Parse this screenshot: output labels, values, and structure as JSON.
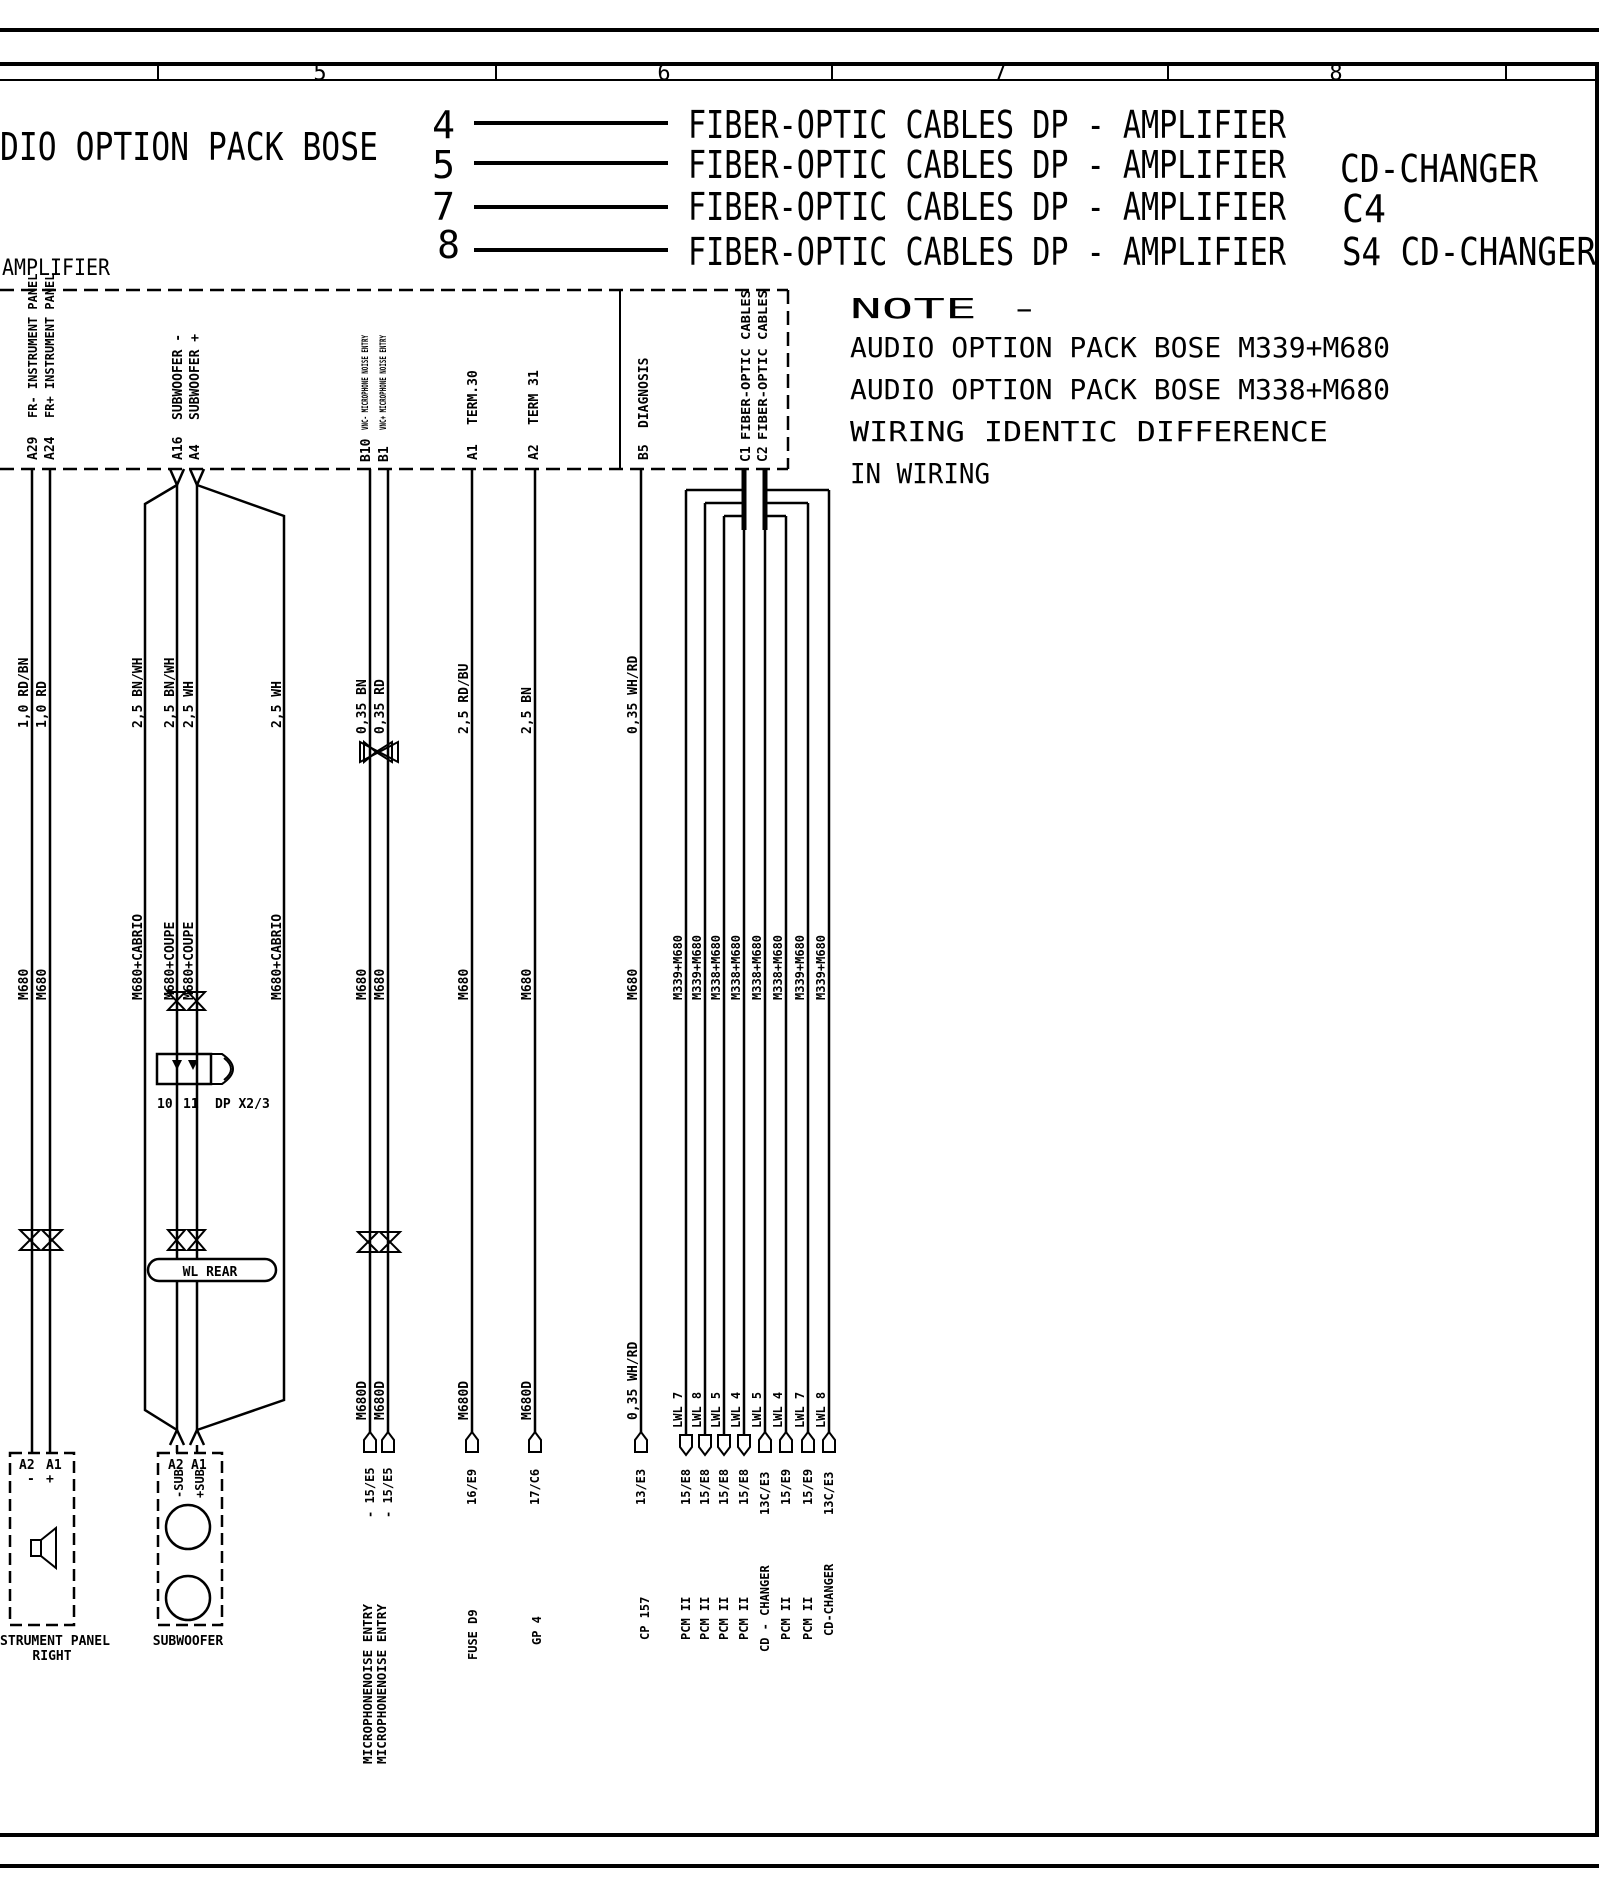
{
  "columns": [
    "5",
    "6",
    "7",
    "8"
  ],
  "header": {
    "title": "DIO OPTION PACK BOSE",
    "legend": [
      {
        "num": "4",
        "text": "FIBER-OPTIC CABLES DP - AMPLIFIER",
        "extra": ""
      },
      {
        "num": "5",
        "text": "FIBER-OPTIC CABLES DP - AMPLIFIER",
        "extra": "CD-CHANGER"
      },
      {
        "num": "7",
        "text": "FIBER-OPTIC CABLES DP - AMPLIFIER",
        "extra": "C4"
      },
      {
        "num": "8",
        "text": "FIBER-OPTIC CABLES DP - AMPLIFIER",
        "extra": "S4 CD-CHANGER"
      }
    ]
  },
  "component": "AMPLIFIER",
  "notes": [
    "NOTE     -",
    "AUDIO OPTION PACK BOSE  M339+M680",
    "AUDIO OPTION PACK BOSE  M338+M680",
    "WIRING        IDENTIC DIFFERENCE",
    "IN WIRING"
  ],
  "pins": {
    "instrument": [
      {
        "pin": "A29",
        "func": "FR- INSTRUMENT PANEL",
        "wire": "1,0 RD/BN",
        "option": "M680"
      },
      {
        "pin": "A24",
        "func": "FR+ INSTRUMENT PANEL",
        "wire": "1,0 RD",
        "option": "M680"
      }
    ],
    "subwoofer": [
      {
        "pin": "A16",
        "func": "SUBWOOFER -",
        "wire": "2,5 BN/WH",
        "option": "M680+COUPE"
      },
      {
        "pin": "A4",
        "func": "SUBWOOFER +",
        "wire": "2,5 WH",
        "option": "M680+COUPE"
      }
    ],
    "sub_outer_left": {
      "wire": "2,5 BN/WH",
      "option": "M680+CABRIO"
    },
    "sub_outer_right": {
      "wire": "2,5 WH",
      "option": "M680+CABRIO"
    },
    "mic": [
      {
        "pin": "B10",
        "func": "VNC- MICROPHONE NOISE ENTRY",
        "wire": "0,35 BN",
        "option": "M680",
        "option2": "M680D",
        "ref": "- 15/E5",
        "dest": "MICROPHONENOISE ENTRY"
      },
      {
        "pin": "B1",
        "func": "VNC+ MICROPHONE NOISE ENTRY",
        "wire": "0,35 RD",
        "option": "M680",
        "option2": "M680D",
        "ref": "- 15/E5",
        "dest": "MICROPHONENOISE ENTRY"
      }
    ],
    "term30": {
      "pin": "A1",
      "func": "TERM.30",
      "wire": "2,5 RD/BU",
      "option": "M680",
      "option2": "M680D",
      "ref": "16/E9",
      "dest": "FUSE D9"
    },
    "term31": {
      "pin": "A2",
      "func": "TERM 31",
      "wire": "2,5 BN",
      "option": "M680",
      "option2": "M680D",
      "ref": "17/C6",
      "dest": "GP 4"
    },
    "diag": {
      "pin": "B5",
      "func": "DIAGNOSIS",
      "wire": "0,35 WH/RD",
      "wire2": "0,35 WH/RD",
      "option": "M680",
      "ref": "13/E3",
      "dest": "CP 157"
    },
    "fiber": [
      {
        "pin": "C1",
        "func": "FIBER-OPTIC CABLES"
      },
      {
        "pin": "C2",
        "func": "FIBER-OPTIC CABLES"
      }
    ]
  },
  "fiber_lines": [
    {
      "option": "M339+M680",
      "lwl": "LWL 7",
      "ref": "15/E8",
      "dest": "PCM II"
    },
    {
      "option": "M339+M680",
      "lwl": "LWL 8",
      "ref": "15/E8",
      "dest": "PCM II"
    },
    {
      "option": "M338+M680",
      "lwl": "LWL 5",
      "ref": "15/E8",
      "dest": "PCM II"
    },
    {
      "option": "M338+M680",
      "lwl": "LWL 4",
      "ref": "15/E8",
      "dest": "PCM II"
    },
    {
      "option": "M338+M680",
      "lwl": "LWL 5",
      "ref": "13C/E3",
      "dest": "CD - CHANGER"
    },
    {
      "option": "M338+M680",
      "lwl": "LWL 4",
      "ref": "15/E9",
      "dest": "PCM II"
    },
    {
      "option": "M339+M680",
      "lwl": "LWL 7",
      "ref": "15/E9",
      "dest": "PCM II"
    },
    {
      "option": "M339+M680",
      "lwl": "LWL 8",
      "ref": "13C/E3",
      "dest": "CD-CHANGER"
    }
  ],
  "connector_dp": {
    "pins": [
      "10",
      "11"
    ],
    "label": "DP X2/3"
  },
  "wl_rear": "WL REAR",
  "speaker_instrument": {
    "pins": [
      "A2",
      "A1"
    ],
    "signs": [
      "-",
      "+"
    ],
    "label": "STRUMENT PANEL",
    "label2": "RIGHT"
  },
  "speaker_sub": {
    "pins": [
      "A2",
      "A1"
    ],
    "signs": [
      "-SUB",
      "+SUB"
    ],
    "label": "SUBWOOFER"
  }
}
